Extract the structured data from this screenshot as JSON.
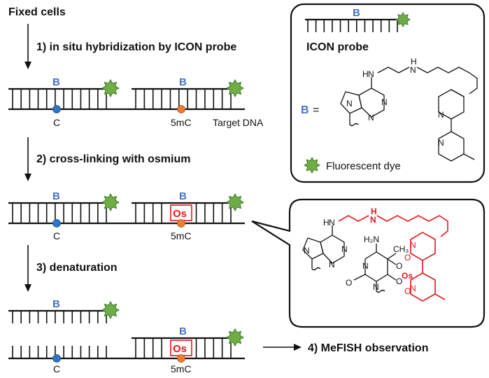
{
  "colors": {
    "black": "#111111",
    "base_blue": "#4472c4",
    "red": "#e8151b",
    "star_green": "#70ad47",
    "star_border": "#3a7d22",
    "dot_blue": "#2e75c8",
    "dot_orange": "#ed7d31"
  },
  "workflow": {
    "start": "Fixed cells",
    "step1": "1)  in situ hybridization by ICON probe",
    "step2": "2) cross-linking with osmium",
    "step3": "3) denaturation",
    "step4": "4) MeFISH observation"
  },
  "labels": {
    "base": "B",
    "cytosine": "C",
    "methylcytosine": "5mC",
    "osmium": "Os",
    "target_dna": "Target DNA"
  },
  "probe_panel": {
    "title": "ICON probe",
    "base_def": "B",
    "equals": "=",
    "legend": "Fluorescent dye",
    "atoms": {
      "N": "N",
      "H": "H"
    }
  },
  "adduct_panel": {
    "atoms": {
      "N": "N",
      "H": "H",
      "O": "O",
      "Os": "Os",
      "NH2": "H₂N",
      "CH3": "CH₃"
    }
  }
}
